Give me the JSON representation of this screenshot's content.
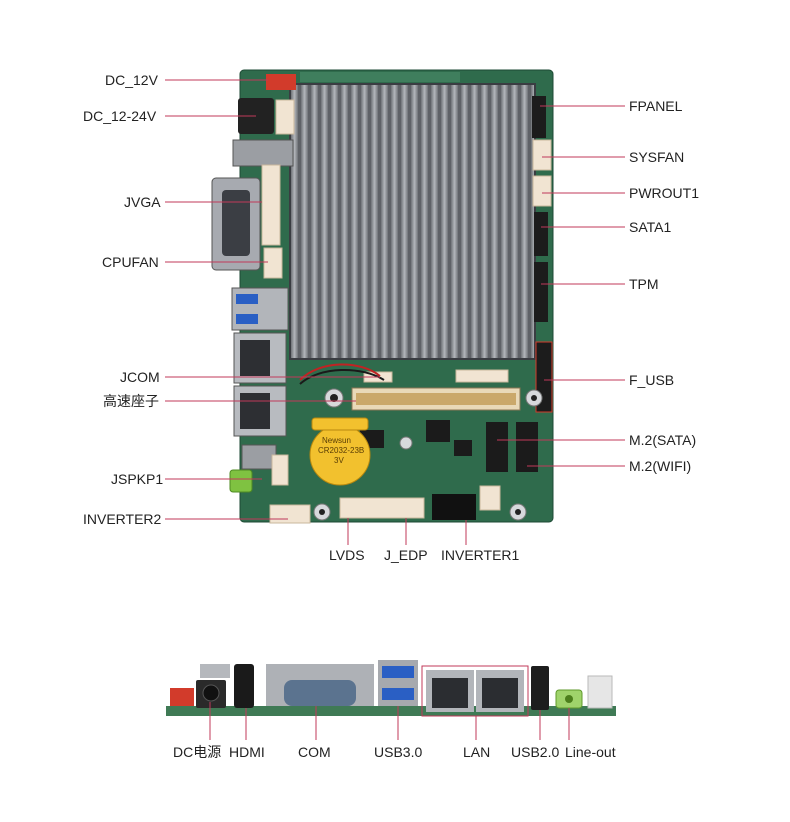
{
  "top_board": {
    "left_labels": [
      "DC_12V",
      "DC_12-24V",
      "JVGA",
      "CPUFAN",
      "JCOM",
      "高速座子",
      "JSPKP1",
      "INVERTER2"
    ],
    "right_labels": [
      "FPANEL",
      "SYSFAN",
      "PWROUT1",
      "SATA1",
      "TPM",
      "F_USB",
      "M.2(SATA)",
      "M.2(WIFI)"
    ],
    "bottom_labels": [
      "LVDS",
      "J_EDP",
      "INVERTER1"
    ],
    "battery_text": [
      "Newsun",
      "CR2032-23B",
      "3V"
    ]
  },
  "io_panel": {
    "labels": [
      "DC电源",
      "HDMI",
      "COM",
      "USB3.0",
      "LAN",
      "USB2.0",
      "Line-out"
    ]
  },
  "colors": {
    "leader": "#c0395a",
    "pcb": "#2f6b4c",
    "heatsink": "#8a8d92"
  }
}
